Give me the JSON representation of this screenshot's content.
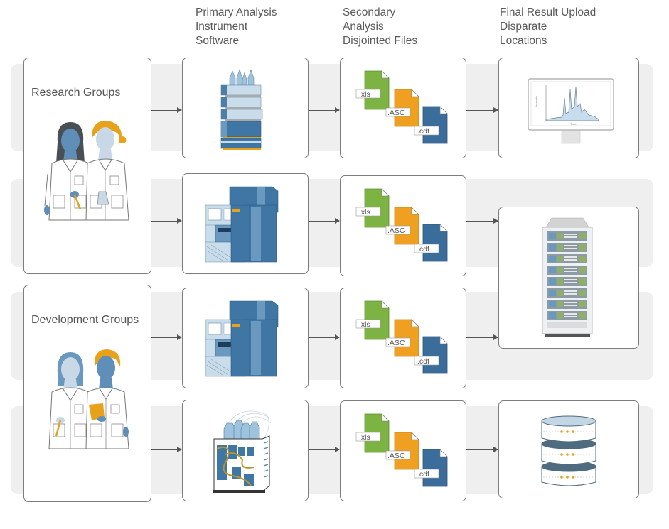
{
  "column_headers": [
    {
      "lines": [
        "Primary Analysis",
        "Instrument",
        "Software"
      ]
    },
    {
      "lines": [
        "Secondary",
        "Analysis",
        "Disjointed Files"
      ]
    },
    {
      "lines": [
        "Final Result Upload",
        "Disparate",
        "Locations"
      ]
    }
  ],
  "groups": [
    {
      "label": "Research Groups",
      "illustration": "two-scientists-lab-coats"
    },
    {
      "label": "Development Groups",
      "illustration": "two-scientists-lab-coats-clipboard"
    }
  ],
  "rows": [
    {
      "instrument": "hplc-stack-icon",
      "files": [
        ".xls",
        ".ASC",
        ".cdf"
      ],
      "destination": "monitor-chromatogram-icon"
    },
    {
      "instrument": "lc-ms-system-icon",
      "files": [
        ".xls",
        ".ASC",
        ".cdf"
      ],
      "destination": "server-rack-icon"
    },
    {
      "instrument": "lc-ms-system-icon",
      "files": [
        ".xls",
        ".ASC",
        ".cdf"
      ],
      "destination": "server-rack-icon"
    },
    {
      "instrument": "open-frame-hplc-icon",
      "files": [
        ".xls",
        ".ASC",
        ".cdf"
      ],
      "destination": "database-icon"
    }
  ],
  "colors": {
    "band": "#efefef",
    "box_border": "#7d7d7d",
    "arrow": "#555555",
    "file_green": "#7cb342",
    "file_orange": "#f0a020",
    "file_blue": "#3a6d9a",
    "instrument_blue": "#3f76a3",
    "accent_gold": "#e8a21a"
  }
}
